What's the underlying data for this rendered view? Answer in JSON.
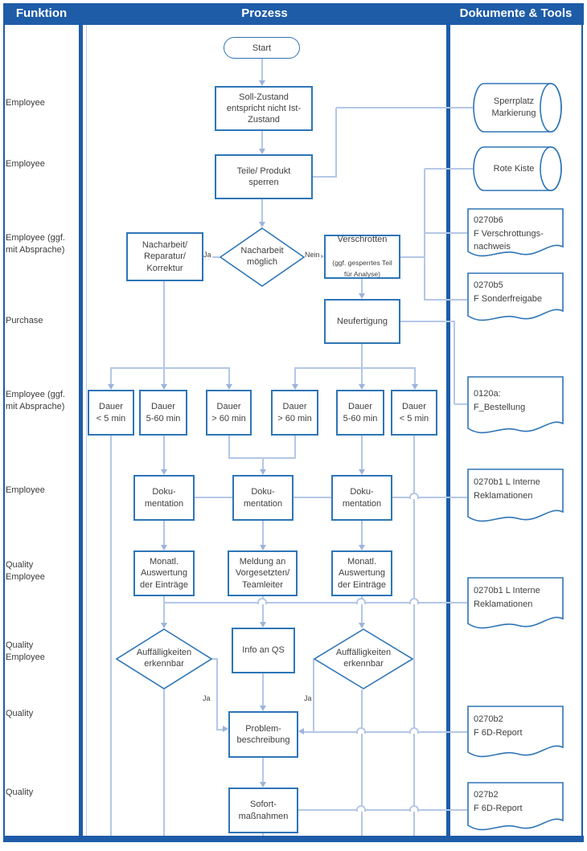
{
  "lanes": {
    "funktion": "Funktion",
    "prozess": "Prozess",
    "dokumente": "Dokumente & Tools"
  },
  "colors": {
    "header_bg": "#1E5CA8",
    "shape_border": "#2E75B6",
    "connector": "#B4C7E7",
    "text": "#404040"
  },
  "funktion_labels": [
    "Employee",
    "Employee",
    "Employee (ggf.\nmit Absprache)",
    "Purchase",
    "Employee (ggf.\nmit Absprache)",
    "Employee",
    "Quality\nEmployee",
    "Quality\nEmployee",
    "Quality",
    "Quality"
  ],
  "process": {
    "start": "Start",
    "soll": "Soll-Zustand\nentspricht nicht Ist-\nZustand",
    "sperren": "Teile/ Produkt\nsperren",
    "nacharbeit": "Nacharbeit/\nReparatur/\nKorrektur",
    "decision1": "Nacharbeit\nmöglich",
    "ja": "Ja",
    "nein": "Nein",
    "verschrotten": "Verschrotten",
    "verschrotten_note": "(ggf. gesperrtes Teil\nfür Analyse)",
    "neufertigung": "Neufertigung",
    "dauer": [
      "Dauer\n< 5 min",
      "Dauer\n5-60 min",
      "Dauer\n> 60 min",
      "Dauer\n> 60 min",
      "Dauer\n5-60 min",
      "Dauer\n< 5 min"
    ],
    "doku": [
      "Doku-\nmentation",
      "Doku-\nmentation",
      "Doku-\nmentation"
    ],
    "monatl1": "Monatl.\nAuswertung\nder Einträge",
    "meldung": "Meldung an\nVorgesetzten/\nTeamleiter",
    "monatl2": "Monatl.\nAuswertung\nder Einträge",
    "decision2": "Auffälligkeiten\nerkennbar",
    "info_qs": "Info an QS",
    "decision3": "Auffälligkeiten\nerkennbar",
    "problem": "Problem-\nbeschreibung",
    "sofort": "Sofort-\nmaßnahmen"
  },
  "documents": {
    "sperrplatz": "Sperrplatz\nMarkierung",
    "rote_kiste": "Rote Kiste",
    "verschrottungsnachweis": "0270b6\nF Verschrottungs-\nnachweis",
    "sonderfreigabe": "0270b5\nF Sonderfreigabe",
    "bestellung": "0120a:\nF_Bestellung",
    "reklamationen1": "0270b1 L Interne\nReklamationen",
    "reklamationen2": "0270b1 L Interne\nReklamationen",
    "report1": "0270b2\nF 6D-Report",
    "report2": "027b2\nF 6D-Report"
  }
}
